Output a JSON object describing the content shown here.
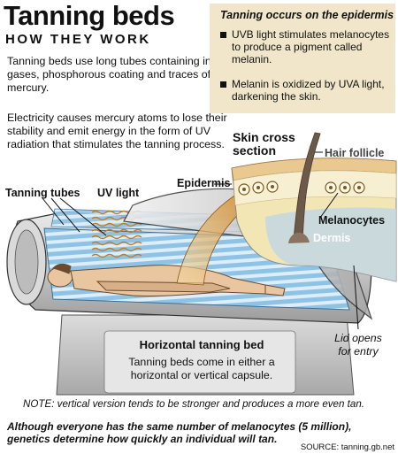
{
  "title": "Tanning beds",
  "subtitle": "HOW THEY WORK",
  "intro_1": "Tanning beds use long tubes containing inert gases, phosphorous coating and traces of mercury.",
  "intro_2": "Electricity causes mercury atoms to lose their stability and emit energy in the form of UV radiation that stimulates the tanning process.",
  "panel": {
    "heading": "Tanning occurs on the epidermis",
    "bullets": [
      "UVB light stimulates melanocytes to produce a pigment called melanin.",
      "Melanin is oxidized by UVA light, darkening the skin."
    ]
  },
  "labels": {
    "skin_cross_section": "Skin cross section",
    "hair_follicle": "Hair follicle",
    "epidermis": "Epidermis",
    "melanocytes": "Melanocytes",
    "dermis": "Dermis",
    "tanning_tubes": "Tanning tubes",
    "uv_light": "UV light",
    "lid": "Lid opens for entry"
  },
  "bed": {
    "heading": "Horizontal tanning bed",
    "text": "Tanning beds come in either a horizontal or vertical capsule."
  },
  "note": "NOTE: vertical version tends to be stronger and produces a more even tan.",
  "bottom": "Although everyone has the same number of melanocytes (5 million), genetics determine how quickly an individual will tan.",
  "source": "SOURCE: tanning.gb.net",
  "colors": {
    "panel_bg": "#f1e6c9",
    "tube_blue": "#8ec3e6",
    "uv_orange": "#d9892a",
    "skin_yellow": "#f3e6b5",
    "dermis_blue": "#bfd6e6",
    "bed_grey": "#cfcfcf"
  }
}
